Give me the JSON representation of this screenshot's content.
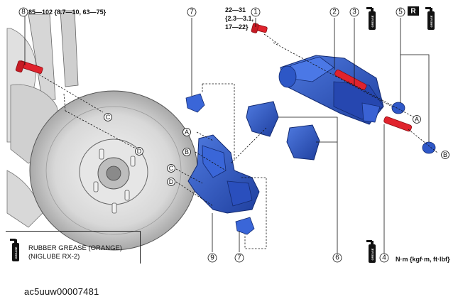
{
  "torques": {
    "bolt_8": "85—102 {8.7—10, 63—75}",
    "bolt_1": [
      "22—31",
      "{2.3—3.1,",
      "17—22}"
    ]
  },
  "callouts": [
    "1",
    "2",
    "3",
    "4",
    "5",
    "6",
    "7",
    "8",
    "9"
  ],
  "refs": [
    "A",
    "B",
    "C",
    "D"
  ],
  "badge_r": "R",
  "grease_can_label": "GREASE",
  "unit_label": "N·m {kgf·m, ft·lbf}",
  "legend": {
    "line1": "RUBBER GREASE (ORANGE)",
    "line2": "(NIGLUBE RX-2)"
  },
  "figure_code": "ac5uuw00007481",
  "colors": {
    "part_blue": "#2f58c8",
    "part_dark": "#1f3f9e",
    "bolt_red": "#e0232d",
    "hub_gray": "#c9c9c9"
  }
}
